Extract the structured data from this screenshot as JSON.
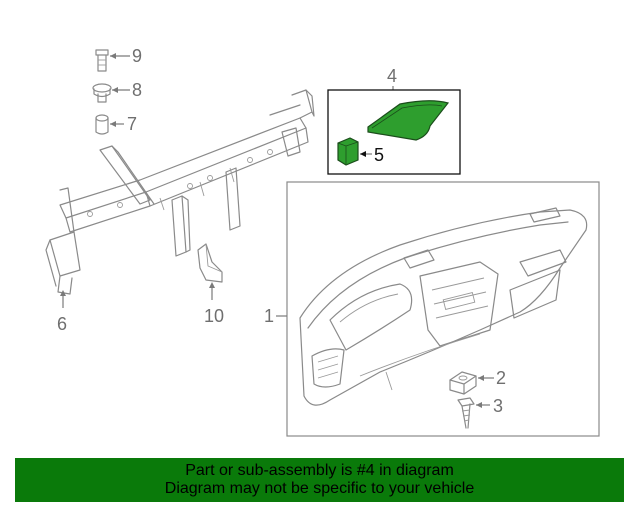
{
  "callouts": {
    "c1": "1",
    "c2": "2",
    "c3": "3",
    "c4": "4",
    "c5": "5",
    "c6": "6",
    "c7": "7",
    "c8": "8",
    "c9": "9",
    "c10": "10"
  },
  "banner": {
    "line1": "Part or sub-assembly is #4 in diagram",
    "line2": "Diagram may not be specific to your vehicle",
    "color": "#0a7a0a"
  },
  "highlight_color": "#2e9e2e"
}
